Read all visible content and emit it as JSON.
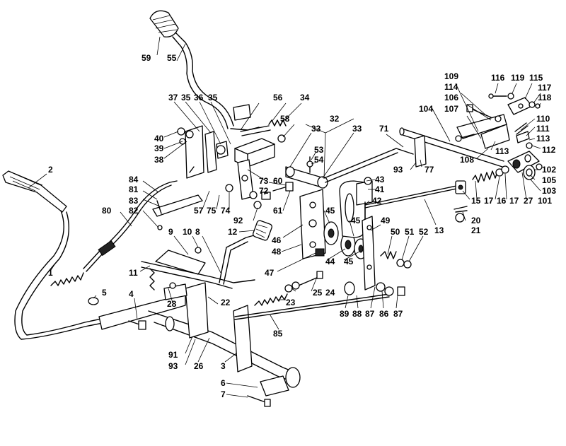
{
  "callouts": [
    "1",
    "2",
    "3",
    "4",
    "5",
    "6",
    "7",
    "8",
    "9",
    "10",
    "11",
    "12",
    "13",
    "15",
    "16",
    "17",
    "17b",
    "20",
    "21",
    "22",
    "23",
    "24",
    "25",
    "26",
    "27",
    "28",
    "32",
    "33a",
    "33b",
    "34",
    "35a",
    "35b",
    "36",
    "37",
    "38",
    "39",
    "40",
    "41",
    "42",
    "43",
    "44",
    "45a",
    "45b",
    "45c",
    "46",
    "47",
    "48",
    "49",
    "50",
    "51",
    "52",
    "53",
    "54",
    "55",
    "56",
    "57",
    "58",
    "59",
    "60",
    "61",
    "71",
    "72",
    "73",
    "74",
    "75",
    "77",
    "80",
    "81",
    "82",
    "83",
    "84",
    "85",
    "86",
    "87a",
    "87b",
    "88",
    "89",
    "91",
    "92",
    "93a",
    "93b",
    "101",
    "102",
    "103",
    "104",
    "105",
    "106",
    "107",
    "108",
    "109",
    "110",
    "111",
    "112",
    "113a",
    "113b",
    "114",
    "115",
    "116",
    "117",
    "118",
    "119"
  ],
  "labels": {
    "l1": "1",
    "l2": "2",
    "l3": "3",
    "l4": "4",
    "l5": "5",
    "l6": "6",
    "l7": "7",
    "l8": "8",
    "l9": "9",
    "l10": "10",
    "l11": "11",
    "l12": "12",
    "l13": "13",
    "l15": "15",
    "l16": "16",
    "l17": "17",
    "l17b": "17",
    "l20": "20",
    "l21": "21",
    "l22": "22",
    "l23": "23",
    "l24": "24",
    "l25": "25",
    "l26": "26",
    "l27": "27",
    "l28": "28",
    "l32": "32",
    "l33a": "33",
    "l33b": "33",
    "l34": "34",
    "l35a": "35",
    "l35b": "35",
    "l36": "36",
    "l37": "37",
    "l38": "38",
    "l39": "39",
    "l40": "40",
    "l41": "41",
    "l42": "42",
    "l43": "43",
    "l44": "44",
    "l45a": "45",
    "l45b": "45",
    "l45c": "45",
    "l46": "46",
    "l47": "47",
    "l48": "48",
    "l49": "49",
    "l50": "50",
    "l51": "51",
    "l52": "52",
    "l53": "53",
    "l54": "54",
    "l55": "55",
    "l56": "56",
    "l57": "57",
    "l58": "58",
    "l59": "59",
    "l60": "60",
    "l61": "61",
    "l71": "71",
    "l72": "72",
    "l73": "73",
    "l74": "74",
    "l75": "75",
    "l77": "77",
    "l80": "80",
    "l81": "81",
    "l82": "82",
    "l83": "83",
    "l84": "84",
    "l85": "85",
    "l86": "86",
    "l87a": "87",
    "l87b": "87",
    "l88": "88",
    "l89": "89",
    "l91": "91",
    "l92": "92",
    "l93a": "93",
    "l93b": "93",
    "l101": "101",
    "l102": "102",
    "l103": "103",
    "l104": "104",
    "l105": "105",
    "l106": "106",
    "l107": "107",
    "l108": "108",
    "l109": "109",
    "l110": "110",
    "l111": "111",
    "l112": "112",
    "l113a": "113",
    "l113b": "113",
    "l114": "114",
    "l115": "115",
    "l116": "116",
    "l117": "117",
    "l118": "118",
    "l119": "119"
  }
}
